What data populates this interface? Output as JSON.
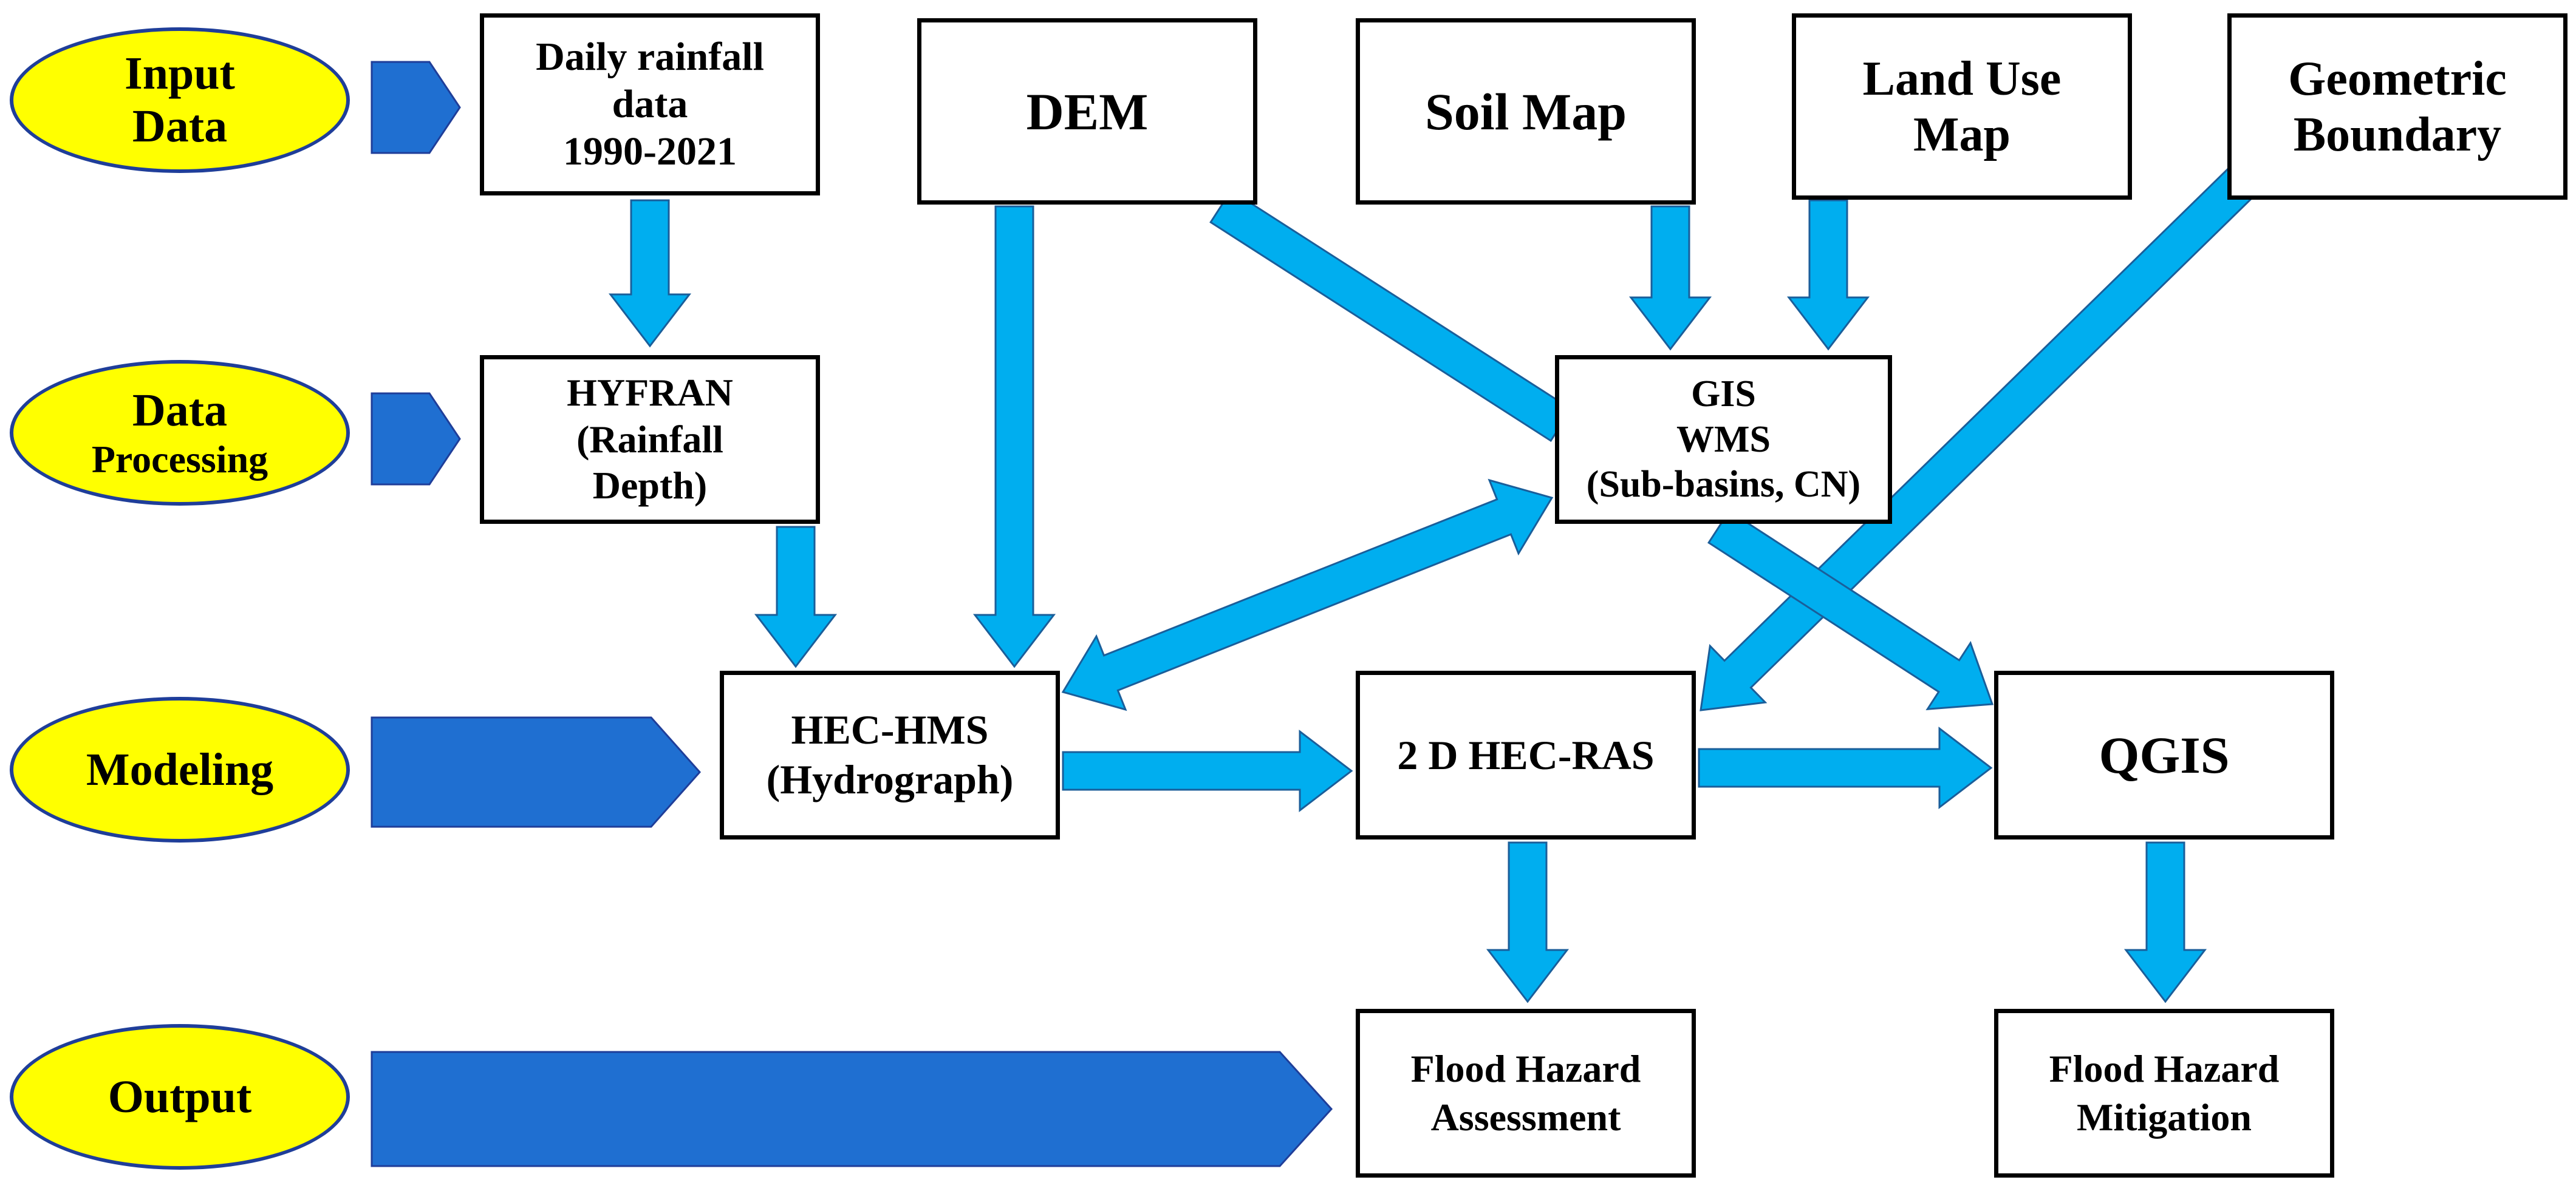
{
  "colors": {
    "stage_fill": "#FFFF00",
    "stage_border": "#1F3E99",
    "stage_arrow": "#1F6FD1",
    "flow_arrow": "#00AEEF",
    "flow_arrow_outline": "#1A5E9A",
    "box_border": "#000000"
  },
  "stages": [
    {
      "line1": "Input",
      "line2": "Data"
    },
    {
      "line1": "Data",
      "line2": "Processing"
    },
    {
      "line1": "Modeling",
      "line2": ""
    },
    {
      "line1": "Output",
      "line2": ""
    }
  ],
  "boxes": {
    "rainfall": {
      "lines": [
        "Daily rainfall",
        "data",
        "1990-2021"
      ]
    },
    "dem": {
      "lines": [
        "DEM"
      ]
    },
    "soil": {
      "lines": [
        "Soil Map"
      ]
    },
    "landuse": {
      "lines": [
        "Land Use",
        "Map"
      ]
    },
    "geometric": {
      "lines": [
        "Geometric",
        "Boundary"
      ]
    },
    "hyfran": {
      "lines": [
        "HYFRAN",
        "(Rainfall",
        "Depth)"
      ]
    },
    "gis": {
      "lines": [
        "GIS",
        "WMS",
        "(Sub-basins, CN)"
      ]
    },
    "hechms": {
      "lines": [
        "HEC-HMS",
        "(Hydrograph)"
      ]
    },
    "hecras": {
      "lines": [
        "2 D HEC-RAS"
      ]
    },
    "qgis": {
      "lines": [
        "QGIS"
      ]
    },
    "assessment": {
      "lines": [
        "Flood Hazard",
        "Assessment"
      ]
    },
    "mitigation": {
      "lines": [
        "Flood Hazard",
        "Mitigation"
      ]
    }
  }
}
